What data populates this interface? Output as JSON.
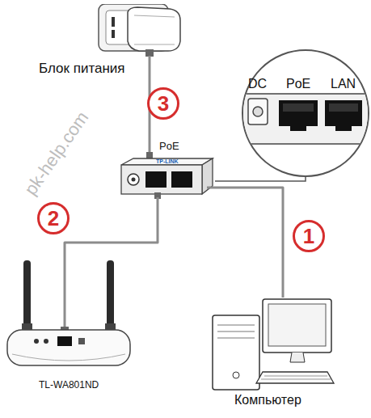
{
  "diagram": {
    "nodes": [
      {
        "text": [
          "Блок питания"
        ]
      },
      {
        "text": [
          "PoE"
        ]
      },
      {
        "text": [
          "TL-WA801ND"
        ]
      },
      {
        "text": [
          "Компьютер"
        ]
      }
    ],
    "edges": [
      {
        "from": 1,
        "to": 3,
        "arrow": "none"
      },
      {
        "from": 1,
        "to": 2,
        "arrow": "none"
      },
      {
        "from": 0,
        "to": 1,
        "arrow": "none"
      }
    ],
    "labels": [
      "3",
      "2",
      "1",
      "DC",
      "PoE",
      "LAN",
      "TP-LINK",
      "pk-help.com"
    ]
  }
}
